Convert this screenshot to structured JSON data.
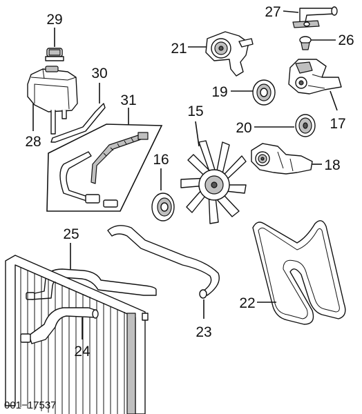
{
  "figure": {
    "id_label": "001−17537",
    "callouts": {
      "c15": "15",
      "c16": "16",
      "c17": "17",
      "c18": "18",
      "c19": "19",
      "c20": "20",
      "c21": "21",
      "c22": "22",
      "c23": "23",
      "c24": "24",
      "c25": "25",
      "c26": "26",
      "c27": "27",
      "c28": "28",
      "c29": "29",
      "c30": "30",
      "c31": "31"
    }
  }
}
